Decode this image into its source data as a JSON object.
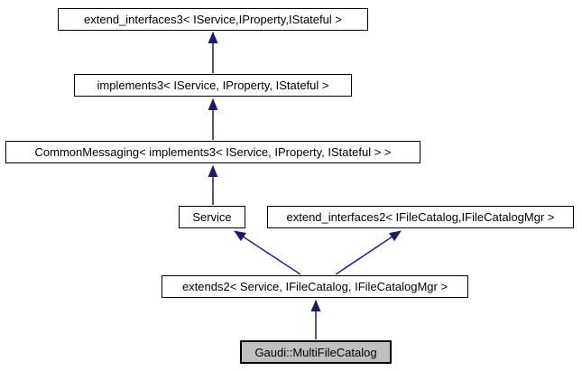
{
  "diagram": {
    "type": "class-inheritance-graph",
    "colors": {
      "background": "#ffffff",
      "node_fill": "#ffffff",
      "node_border": "#000000",
      "node_text": "#000000",
      "highlight_node_fill": "#bfbfbf",
      "arrow": "#191970"
    },
    "nodes": [
      {
        "label": "extend_interfaces3< IService,IProperty,IStateful >",
        "highlighted": false
      },
      {
        "label": "implements3< IService, IProperty, IStateful >",
        "highlighted": false
      },
      {
        "label": "CommonMessaging< implements3< IService, IProperty, IStateful > >",
        "highlighted": false
      },
      {
        "label": "Service",
        "highlighted": false
      },
      {
        "label": "extend_interfaces2< IFileCatalog,IFileCatalogMgr >",
        "highlighted": false
      },
      {
        "label": "extends2< Service, IFileCatalog, IFileCatalogMgr >",
        "highlighted": false
      },
      {
        "label": "Gaudi::MultiFileCatalog",
        "highlighted": true
      }
    ],
    "edges": [
      {
        "from": 1,
        "to": 0,
        "meaning": "derived-to-base"
      },
      {
        "from": 2,
        "to": 1,
        "meaning": "derived-to-base"
      },
      {
        "from": 3,
        "to": 2,
        "meaning": "derived-to-base"
      },
      {
        "from": 5,
        "to": 3,
        "meaning": "derived-to-base"
      },
      {
        "from": 5,
        "to": 4,
        "meaning": "derived-to-base"
      },
      {
        "from": 6,
        "to": 5,
        "meaning": "derived-to-base"
      }
    ]
  }
}
